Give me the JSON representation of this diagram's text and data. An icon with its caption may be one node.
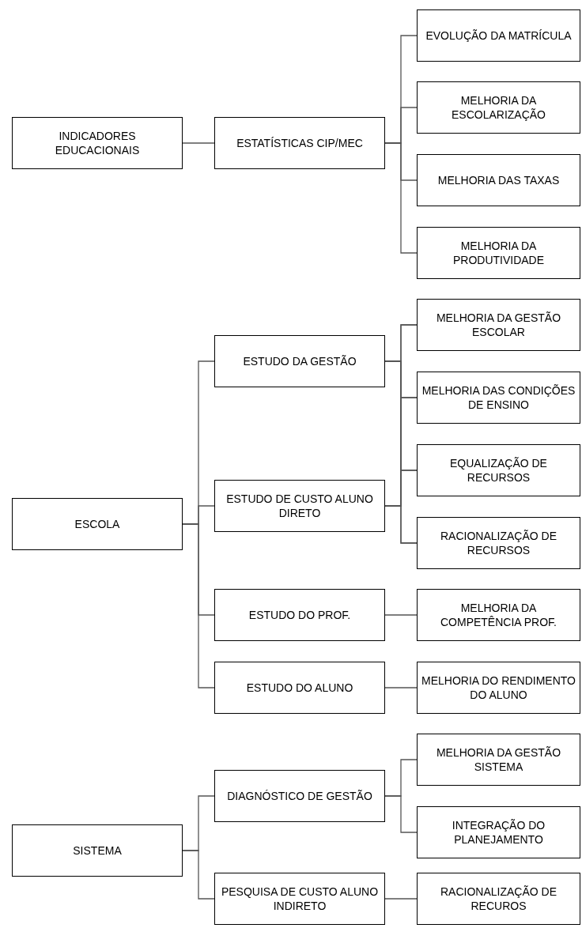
{
  "diagram": {
    "nodes": [
      {
        "text": [
          "INDICADORES EDUCACIONAIS"
        ]
      },
      {
        "text": [
          "ESTATÍSTICAS CIP/MEC"
        ]
      },
      {
        "text": [
          "EVOLUÇÃO DA MATRÍCULA"
        ]
      },
      {
        "text": [
          "MELHORIA DA ESCOLARIZAÇÃO"
        ]
      },
      {
        "text": [
          "MELHORIA DAS TAXAS"
        ]
      },
      {
        "text": [
          "MELHORIA DA PRODUTIVIDADE"
        ]
      },
      {
        "text": [
          "ESCOLA"
        ]
      },
      {
        "text": [
          "ESTUDO DA GESTÃO"
        ]
      },
      {
        "text": [
          "ESTUDO DE CUSTO ALUNO DIRETO"
        ]
      },
      {
        "text": [
          "ESTUDO DO PROF."
        ]
      },
      {
        "text": [
          "ESTUDO DO ALUNO"
        ]
      },
      {
        "text": [
          "MELHORIA DA GESTÃO ESCOLAR"
        ]
      },
      {
        "text": [
          "MELHORIA DAS CONDIÇÕES DE ENSINO"
        ]
      },
      {
        "text": [
          "EQUALIZAÇÃO DE RECURSOS"
        ]
      },
      {
        "text": [
          "RACIONALIZAÇÃO DE RECURSOS"
        ]
      },
      {
        "text": [
          "MELHORIA DA COMPETÊNCIA PROF."
        ]
      },
      {
        "text": [
          "MELHORIA DO RENDIMENTO DO ALUNO"
        ]
      },
      {
        "text": [
          "SISTEMA"
        ]
      },
      {
        "text": [
          "DIAGNÓSTICO DE GESTÃO"
        ]
      },
      {
        "text": [
          "PESQUISA DE CUSTO ALUNO INDIRETO"
        ]
      },
      {
        "text": [
          "MELHORIA DA GESTÃO SISTEMA"
        ]
      },
      {
        "text": [
          "INTEGRAÇÃO DO PLANEJAMENTO"
        ]
      },
      {
        "text": [
          "RACIONALIZAÇÃO DE RECUROS"
        ]
      }
    ],
    "edges": [
      {
        "from": 0,
        "to": 1,
        "arrow": "none"
      },
      {
        "from": 1,
        "to": 2,
        "arrow": "none"
      },
      {
        "from": 1,
        "to": 3,
        "arrow": "none"
      },
      {
        "from": 1,
        "to": 4,
        "arrow": "none"
      },
      {
        "from": 1,
        "to": 5,
        "arrow": "none"
      },
      {
        "from": 6,
        "to": 7,
        "arrow": "none"
      },
      {
        "from": 6,
        "to": 8,
        "arrow": "none"
      },
      {
        "from": 6,
        "to": 9,
        "arrow": "none"
      },
      {
        "from": 6,
        "to": 10,
        "arrow": "none"
      },
      {
        "from": 7,
        "to": 11,
        "arrow": "none"
      },
      {
        "from": 7,
        "to": 12,
        "arrow": "none"
      },
      {
        "from": 7,
        "to": 13,
        "arrow": "none"
      },
      {
        "from": 7,
        "to": 14,
        "arrow": "none"
      },
      {
        "from": 8,
        "to": 11,
        "arrow": "none"
      },
      {
        "from": 8,
        "to": 12,
        "arrow": "none"
      },
      {
        "from": 8,
        "to": 13,
        "arrow": "none"
      },
      {
        "from": 8,
        "to": 14,
        "arrow": "none"
      },
      {
        "from": 9,
        "to": 15,
        "arrow": "none"
      },
      {
        "from": 10,
        "to": 16,
        "arrow": "none"
      },
      {
        "from": 17,
        "to": 18,
        "arrow": "none"
      },
      {
        "from": 17,
        "to": 19,
        "arrow": "none"
      },
      {
        "from": 18,
        "to": 20,
        "arrow": "none"
      },
      {
        "from": 18,
        "to": 21,
        "arrow": "none"
      },
      {
        "from": 19,
        "to": 22,
        "arrow": "none"
      }
    ]
  }
}
